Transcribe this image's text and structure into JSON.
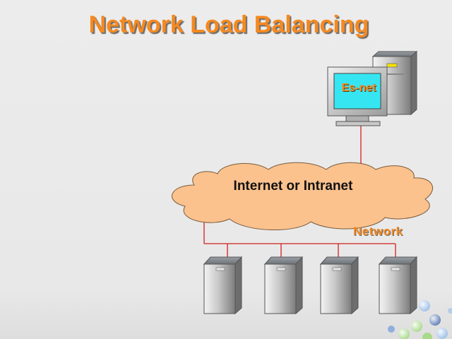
{
  "slide": {
    "title": "Network Load Balancing"
  },
  "diagram": {
    "workstation_label": "Es-net",
    "cloud_label": "Internet or Intranet",
    "network_label": "Network",
    "server_count": 4
  },
  "colors": {
    "title": "#f5891f",
    "cloud_fill": "#fbc28e",
    "link_line": "#d11f1f",
    "monitor_screen": "#35e6f2",
    "decor_dots": [
      "#9ec0e8",
      "#a9d98b",
      "#5f7fb8"
    ]
  }
}
